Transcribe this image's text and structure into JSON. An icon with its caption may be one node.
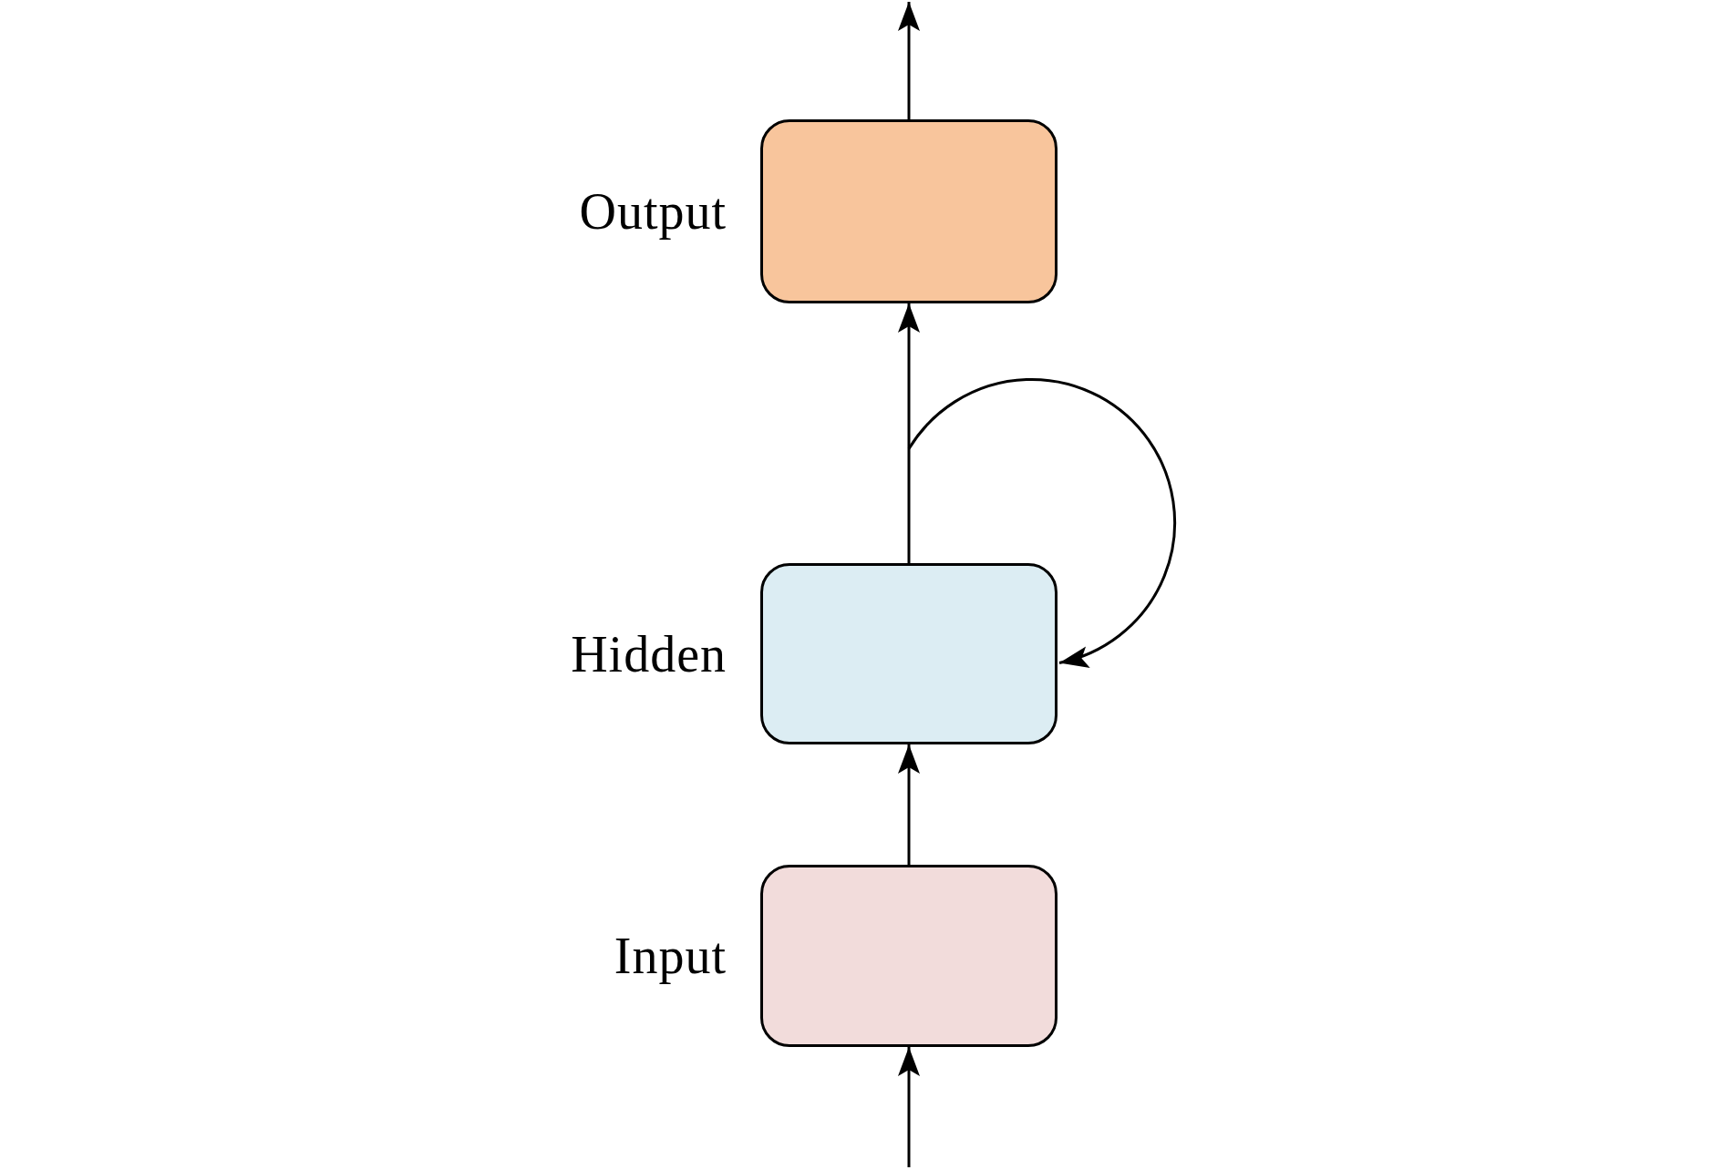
{
  "diagram": {
    "nodes": [
      {
        "text": [
          "Output"
        ]
      },
      {
        "text": [
          "Hidden"
        ]
      },
      {
        "text": [
          "Input"
        ]
      }
    ],
    "edges": [
      {
        "from": null,
        "to": 2,
        "arrow": "to"
      },
      {
        "from": 2,
        "to": 1,
        "arrow": "to"
      },
      {
        "from": 1,
        "to": 0,
        "arrow": "to"
      },
      {
        "from": 0,
        "to": null,
        "arrow": "to"
      },
      {
        "from": 1,
        "to": 1,
        "arrow": "to"
      }
    ]
  }
}
